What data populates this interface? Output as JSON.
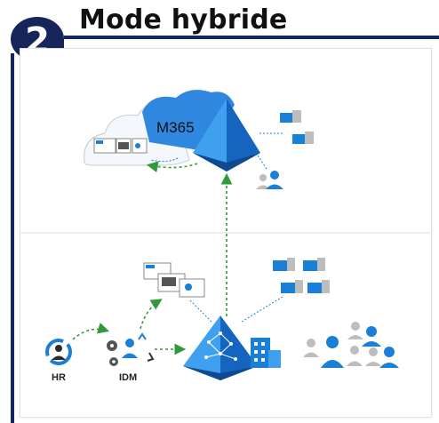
{
  "header": {
    "step_number": "2",
    "title": "Mode hybride"
  },
  "diagram": {
    "cloud_label": "M365",
    "hr_label": "HR",
    "idm_label": "IDM"
  },
  "colors": {
    "navy": "#16265a",
    "azure": "#1a7fd6",
    "cloud": "#3b8fe3",
    "arrow": "#2f9a3a"
  }
}
